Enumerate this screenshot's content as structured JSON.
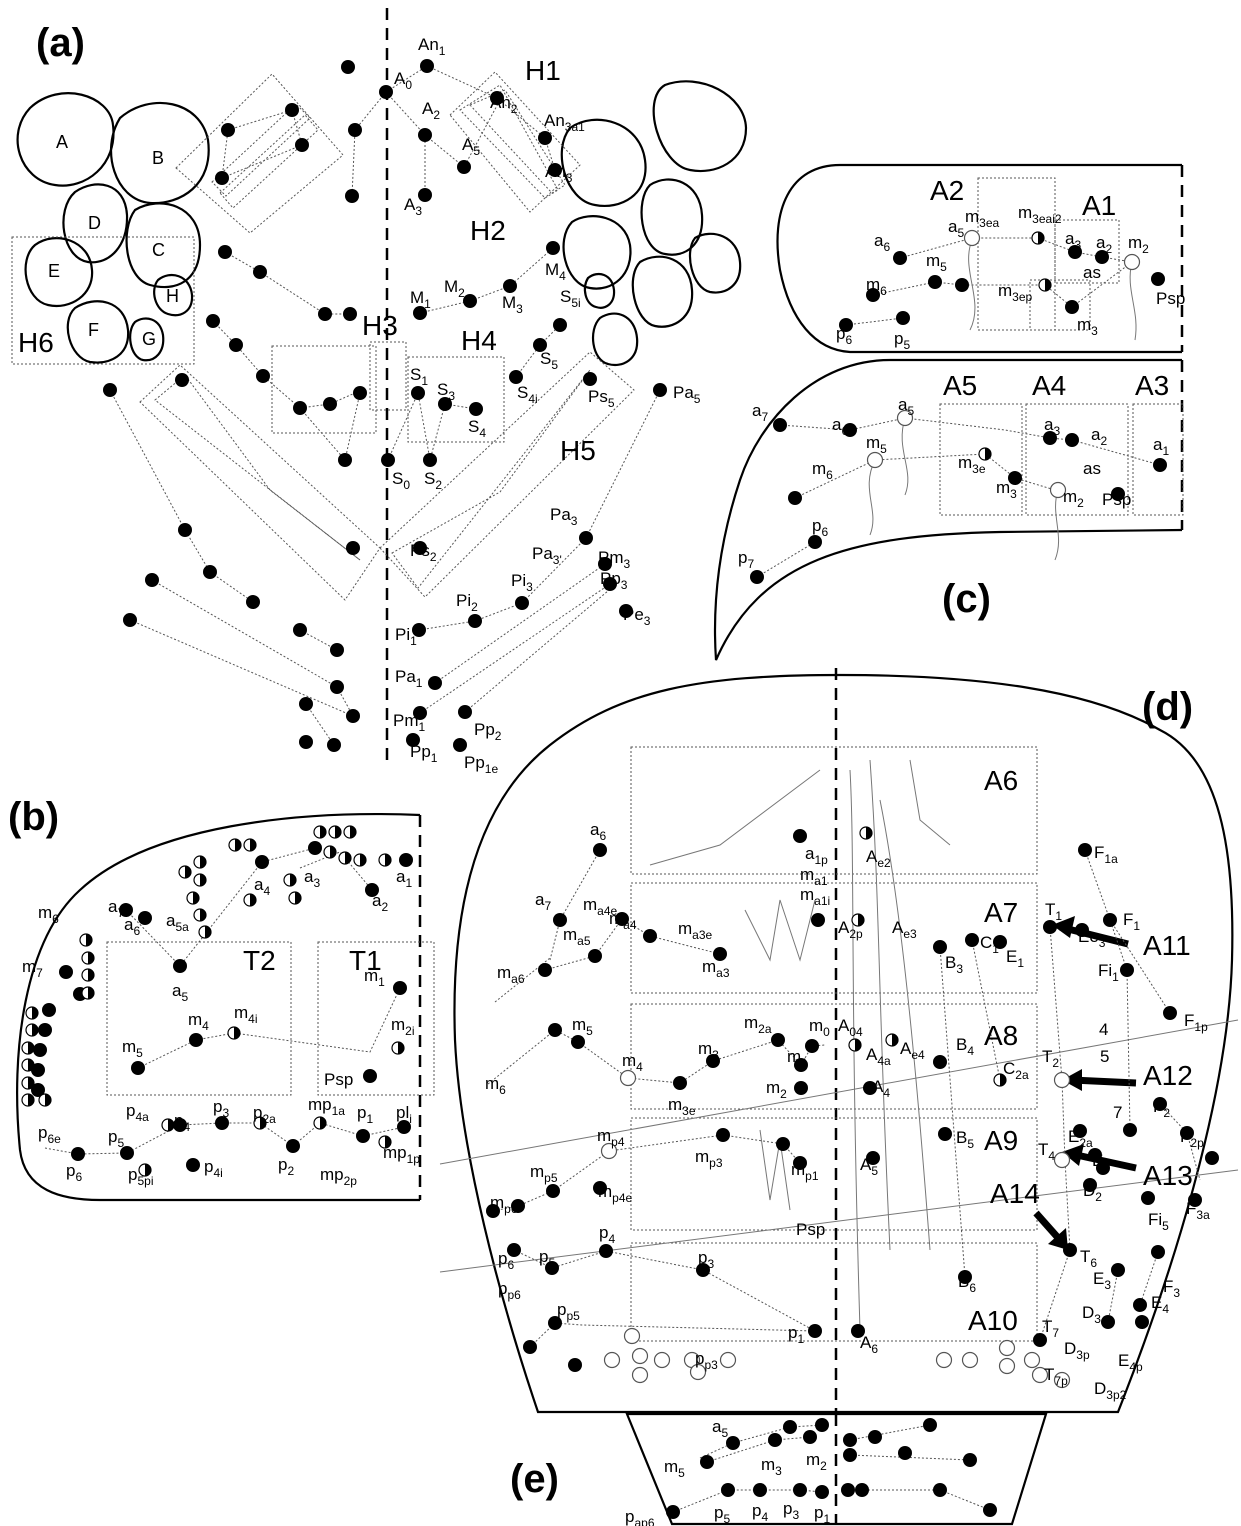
{
  "panels": [
    {
      "id": "a",
      "label": "(a)"
    },
    {
      "id": "b",
      "label": "(b)"
    },
    {
      "id": "c",
      "label": "(c)"
    },
    {
      "id": "d",
      "label": "(d)"
    },
    {
      "id": "e",
      "label": "(e)"
    }
  ],
  "regions": {
    "a": [
      "H1",
      "H2",
      "H3",
      "H4",
      "H5",
      "H6"
    ],
    "b": [
      "T1",
      "T2"
    ],
    "c": [
      "A1",
      "A2",
      "A3",
      "A4",
      "A5"
    ],
    "d": [
      "A6",
      "A7",
      "A8",
      "A9",
      "A10",
      "A11",
      "A12",
      "A13",
      "A14"
    ]
  },
  "stemmata": [
    "A",
    "B",
    "C",
    "D",
    "E",
    "F",
    "G",
    "H"
  ],
  "setae": {
    "a": [
      [
        "A",
        "0"
      ],
      [
        "An",
        "1"
      ],
      [
        "An",
        "2"
      ],
      [
        "An",
        "3a1"
      ],
      [
        "An",
        "3"
      ],
      [
        "A",
        "2"
      ],
      [
        "A",
        "5"
      ],
      [
        "A",
        "3"
      ],
      [
        "M",
        "1"
      ],
      [
        "M",
        "2"
      ],
      [
        "M",
        "3"
      ],
      [
        "M",
        "4"
      ],
      [
        "S",
        "5i"
      ],
      [
        "S",
        "5"
      ],
      [
        "S",
        "4i"
      ],
      [
        "S",
        "1"
      ],
      [
        "S",
        "3"
      ],
      [
        "S",
        "4"
      ],
      [
        "S",
        "0"
      ],
      [
        "S",
        "2"
      ],
      [
        "Ps",
        "5"
      ],
      [
        "Pa",
        "5"
      ],
      [
        "Pa",
        "3"
      ],
      [
        "Pa",
        "3'"
      ],
      [
        "Pm",
        "3"
      ],
      [
        "Pp",
        "3"
      ],
      [
        "Pe",
        "3"
      ],
      [
        "Pi",
        "3"
      ],
      [
        "Pi",
        "2"
      ],
      [
        "Pi",
        "1"
      ],
      [
        "Pa",
        "1"
      ],
      [
        "Pm",
        "1"
      ],
      [
        "Pp",
        "2"
      ],
      [
        "Pp",
        "1"
      ],
      [
        "Pp",
        "1e"
      ],
      [
        "Ps",
        "2"
      ]
    ],
    "b": [
      [
        "a",
        "7"
      ],
      [
        "a",
        "6"
      ],
      [
        "a",
        "5a"
      ],
      [
        "a",
        "4"
      ],
      [
        "a",
        "3"
      ],
      [
        "a",
        "2"
      ],
      [
        "a",
        "1"
      ],
      [
        "a",
        "5"
      ],
      [
        "m",
        "6"
      ],
      [
        "m",
        "7"
      ],
      [
        "m",
        "5"
      ],
      [
        "m",
        "4"
      ],
      [
        "m",
        "4i"
      ],
      [
        "m",
        "1"
      ],
      [
        "m",
        "2i"
      ],
      [
        "Psp",
        ""
      ],
      [
        "p",
        "6e"
      ],
      [
        "p",
        "6"
      ],
      [
        "p",
        "5"
      ],
      [
        "p",
        "5pi"
      ],
      [
        "p",
        "4a"
      ],
      [
        "p",
        "4"
      ],
      [
        "p",
        "4i"
      ],
      [
        "p",
        "3"
      ],
      [
        "p",
        "2a"
      ],
      [
        "p",
        "2"
      ],
      [
        "mp",
        "1a"
      ],
      [
        "mp",
        "2p"
      ],
      [
        "p",
        "1"
      ],
      [
        "pl",
        "i"
      ],
      [
        "mp",
        "1p"
      ]
    ],
    "c": [
      [
        "m",
        "3ea"
      ],
      [
        "m",
        "3eai2"
      ],
      [
        "a",
        "5"
      ],
      [
        "a",
        "6"
      ],
      [
        "a",
        "3"
      ],
      [
        "a",
        "2"
      ],
      [
        "m",
        "2"
      ],
      [
        "m",
        "5"
      ],
      [
        "as",
        ""
      ],
      [
        "m",
        "6"
      ],
      [
        "m",
        "3ep"
      ],
      [
        "Psp",
        ""
      ],
      [
        "m",
        "3"
      ],
      [
        "p",
        "6"
      ],
      [
        "p",
        "5"
      ],
      [
        "a",
        "7"
      ],
      [
        "a",
        "6"
      ],
      [
        "a",
        "5"
      ],
      [
        "a",
        "3"
      ],
      [
        "a",
        "2"
      ],
      [
        "a",
        "1"
      ],
      [
        "m",
        "5"
      ],
      [
        "m",
        "6"
      ],
      [
        "m",
        "3e"
      ],
      [
        "m",
        "3"
      ],
      [
        "as",
        ""
      ],
      [
        "Psp",
        ""
      ],
      [
        "m",
        "2"
      ],
      [
        "p",
        "6"
      ],
      [
        "p",
        "7"
      ]
    ],
    "d": [
      [
        "a",
        "6"
      ],
      [
        "a",
        "1p"
      ],
      [
        "A",
        "e2"
      ],
      [
        "F",
        "1a"
      ],
      [
        "a",
        "7"
      ],
      [
        "m",
        "a4e"
      ],
      [
        "m",
        "a1"
      ],
      [
        "m",
        "a1i"
      ],
      [
        "A",
        "2p"
      ],
      [
        "A",
        "e3"
      ],
      [
        "B",
        "3"
      ],
      [
        "C",
        "1"
      ],
      [
        "E",
        "1"
      ],
      [
        "T",
        "1"
      ],
      [
        "F",
        "1"
      ],
      [
        "m",
        "a5"
      ],
      [
        "m",
        "a4"
      ],
      [
        "m",
        "a3e"
      ],
      [
        "m",
        "a3"
      ],
      [
        "m",
        "a6"
      ],
      [
        "Ee",
        "3"
      ],
      [
        "Fi",
        "1"
      ],
      [
        "F",
        "1p"
      ],
      [
        "m",
        "5"
      ],
      [
        "m",
        "2a"
      ],
      [
        "m",
        "0"
      ],
      [
        "A",
        "04"
      ],
      [
        "A",
        "4a"
      ],
      [
        "A",
        "e4"
      ],
      [
        "B",
        "4"
      ],
      [
        "m",
        "1"
      ],
      [
        "m",
        "3"
      ],
      [
        "m",
        "6"
      ],
      [
        "m",
        "4"
      ],
      [
        "m",
        "3e"
      ],
      [
        "m",
        "2"
      ],
      [
        "A",
        "4"
      ],
      [
        "C",
        "2a"
      ],
      [
        "T",
        "2"
      ],
      [
        "F",
        "2"
      ],
      [
        "F",
        "2p"
      ],
      [
        "B",
        "5"
      ],
      [
        "E",
        "2a"
      ],
      [
        "T",
        "4"
      ],
      [
        "E",
        "2"
      ],
      [
        "m",
        "p4"
      ],
      [
        "m",
        "p3"
      ],
      [
        "m",
        "p1"
      ],
      [
        "m",
        "p5"
      ],
      [
        "m",
        "p6"
      ],
      [
        "m",
        "p4e"
      ],
      [
        "A",
        "5"
      ],
      [
        "D",
        "2"
      ],
      [
        "Fi",
        "5"
      ],
      [
        "F",
        "3a"
      ],
      [
        "Psp",
        ""
      ],
      [
        "T",
        "6"
      ],
      [
        "F",
        "3"
      ],
      [
        "p",
        "6"
      ],
      [
        "p",
        "5"
      ],
      [
        "p",
        "4"
      ],
      [
        "p",
        "3"
      ],
      [
        "B",
        "6"
      ],
      [
        "E",
        "3"
      ],
      [
        "p",
        "p6"
      ],
      [
        "p",
        "p5"
      ],
      [
        "D",
        "3"
      ],
      [
        "E",
        "4"
      ],
      [
        "p",
        "1"
      ],
      [
        "A",
        "6"
      ],
      [
        "T",
        "7"
      ],
      [
        "D",
        "3p"
      ],
      [
        "E",
        "4p"
      ],
      [
        "p",
        "p3"
      ],
      [
        "T",
        "7p"
      ],
      [
        "D",
        "3p2"
      ],
      [
        "4",
        ""
      ],
      [
        "5",
        ""
      ],
      [
        "7",
        ""
      ]
    ],
    "e": [
      [
        "a",
        "5"
      ],
      [
        "m",
        "5"
      ],
      [
        "m",
        "3"
      ],
      [
        "m",
        "2"
      ],
      [
        "p",
        "ap6"
      ],
      [
        "p",
        "5"
      ],
      [
        "p",
        "4"
      ],
      [
        "p",
        "3"
      ],
      [
        "p",
        "1"
      ]
    ]
  }
}
